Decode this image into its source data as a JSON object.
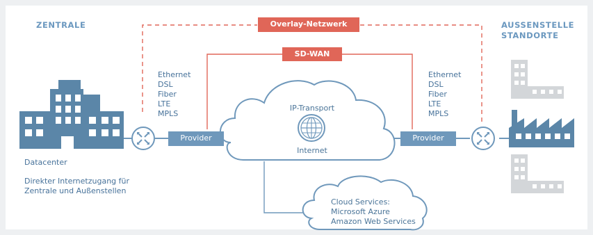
{
  "left_title": "ZENTRALE",
  "right_title": [
    "AUSSENSTELLE",
    "STANDORTE"
  ],
  "overlay_label": "Overlay-Netzwerk",
  "sdwan_label": "SD-WAN",
  "left_links": [
    "Ethernet",
    "DSL",
    "Fiber",
    "LTE",
    "MPLS"
  ],
  "right_links": [
    "Ethernet",
    "DSL",
    "Fiber",
    "LTE",
    "MPLS"
  ],
  "provider_left": "Provider",
  "provider_right": "Provider",
  "cloud_top": "IP-Transport",
  "cloud_bottom": "Internet",
  "datacenter_label": "Datacenter",
  "internet_text": [
    "Direkter Internetzugang für",
    "Zentrale und Außenstellen"
  ],
  "cloud_services": [
    "Cloud Services:",
    "Microsoft Azure",
    "Amazon Web Services"
  ],
  "colors": {
    "accent_red": "#e06658",
    "blue": "#5b86a8",
    "gray": "#c9ccd0"
  }
}
